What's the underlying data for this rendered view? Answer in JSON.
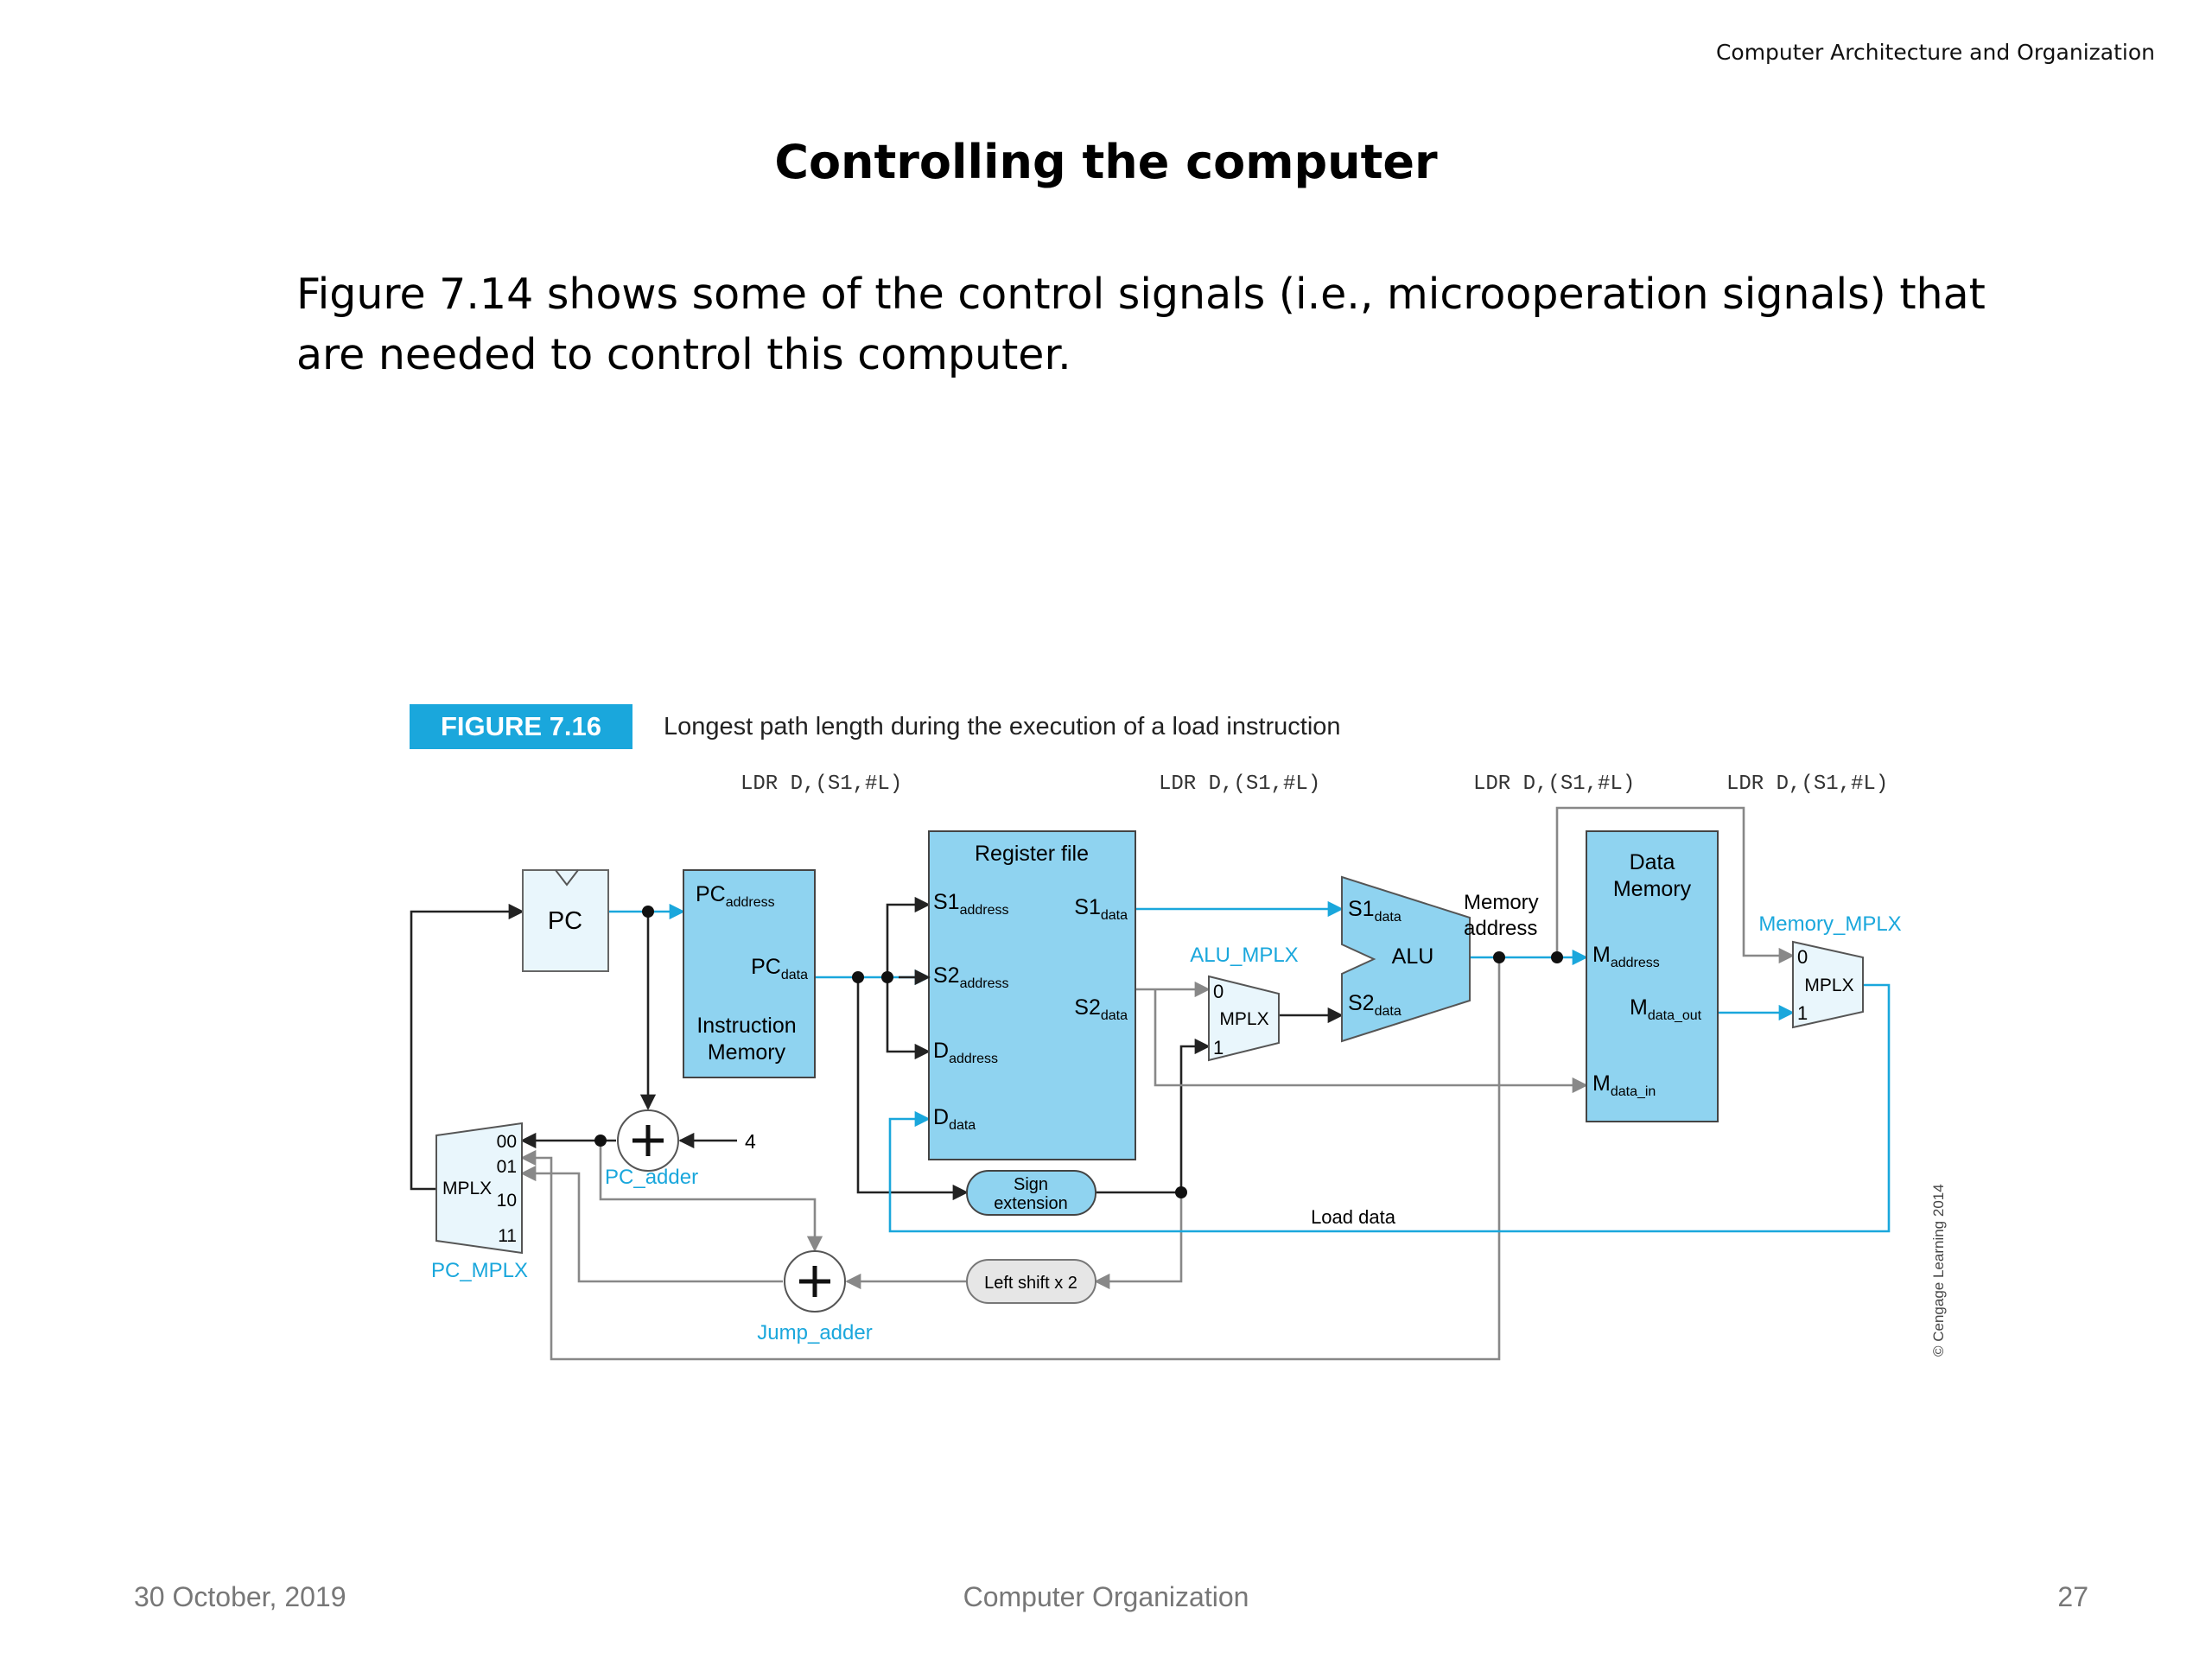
{
  "header": {
    "course": "Computer Architecture and Organization"
  },
  "slide": {
    "title": "Controlling the computer",
    "body": "Figure 7.14  shows some of the control signals (i.e., microoperation signals) that are needed to control this computer."
  },
  "figure": {
    "badge": "FIGURE 7.16",
    "caption": "Longest path length during the execution of a load instruction",
    "instr_labels": [
      "LDR D,(S1,#L)",
      "LDR D,(S1,#L)",
      "LDR D,(S1,#L)",
      "LDR D,(S1,#L)"
    ],
    "pc": "PC",
    "instr_mem": {
      "pc_address_main": "PC",
      "pc_address_sub": "address",
      "pc_data_main": "PC",
      "pc_data_sub": "data",
      "line1": "Instruction",
      "line2": "Memory"
    },
    "register_file": {
      "title": "Register file",
      "s1a_main": "S1",
      "s1a_sub": "address",
      "s2a_main": "S2",
      "s2a_sub": "address",
      "da_main": "D",
      "da_sub": "address",
      "dd_main": "D",
      "dd_sub": "data",
      "s1d_main": "S1",
      "s1d_sub": "data",
      "s2d_main": "S2",
      "s2d_sub": "data"
    },
    "alu": {
      "label": "ALU",
      "s1_main": "S1",
      "s1_sub": "data",
      "s2_main": "S2",
      "s2_sub": "data"
    },
    "alu_mplx": {
      "name": "ALU_MPLX",
      "label": "MPLX",
      "in0": "0",
      "in1": "1"
    },
    "memory_address": [
      "Memory",
      "address"
    ],
    "data_memory": {
      "line1": "Data",
      "line2": "Memory",
      "ma_main": "M",
      "ma_sub": "address",
      "mdo_main": "M",
      "mdo_sub": "data_out",
      "mdi_main": "M",
      "mdi_sub": "data_in"
    },
    "memory_mplx": {
      "name": "Memory_MPLX",
      "label": "MPLX",
      "in0": "0",
      "in1": "1"
    },
    "pc_mplx": {
      "name": "PC_MPLX",
      "label": "MPLX",
      "inputs": [
        "00",
        "01",
        "10",
        "11"
      ]
    },
    "pc_adder": {
      "name": "PC_adder",
      "constant": "4"
    },
    "jump_adder": {
      "name": "Jump_adder"
    },
    "sign_extension": [
      "Sign",
      "extension"
    ],
    "left_shift": "Left shift x 2",
    "load_data": "Load data",
    "copyright": "© Cengage Learning 2014",
    "colors": {
      "accent": "#1aa7dc",
      "block_fill": "#8fd3f0",
      "wire": "#222222",
      "gray_wire": "#888888"
    }
  },
  "footer": {
    "date": "30 October, 2019",
    "center": "Computer Organization",
    "page": "27"
  }
}
